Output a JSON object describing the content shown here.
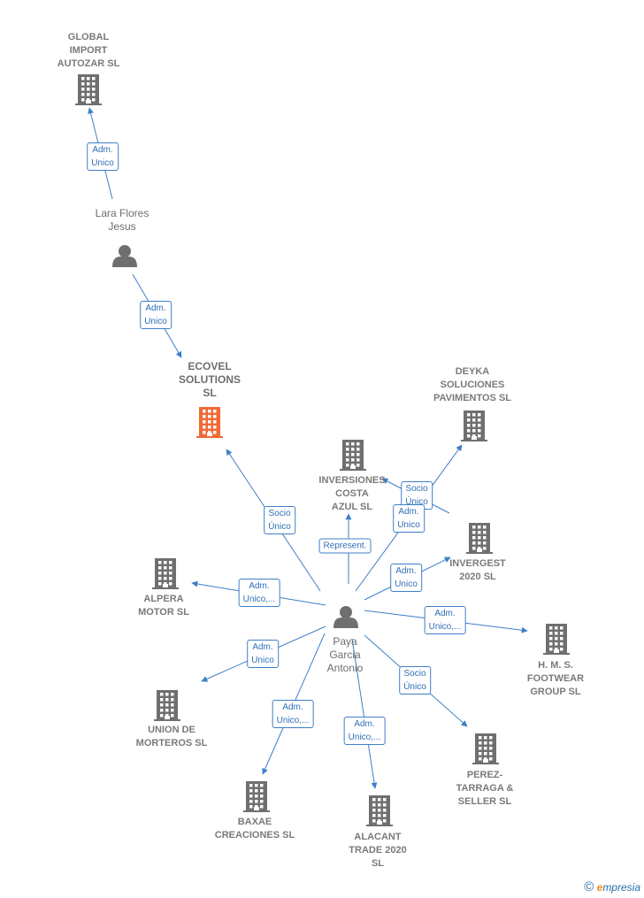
{
  "nodes": [
    {
      "id": "global",
      "type": "company",
      "label": "GLOBAL\nIMPORT\nAUTOZAR  SL"
    },
    {
      "id": "lara",
      "type": "person",
      "label": "Lara Flores\nJesus"
    },
    {
      "id": "ecovel",
      "type": "company",
      "label": "ECOVEL\nSOLUTIONS\nSL",
      "highlight": true
    },
    {
      "id": "deyka",
      "type": "company",
      "label": "DEYKA\nSOLUCIONES\nPAVIMENTOS SL"
    },
    {
      "id": "inversiones",
      "type": "company",
      "label": "INVERSIONES\nCOSTA\nAZUL SL"
    },
    {
      "id": "invergest",
      "type": "company",
      "label": "INVERGEST\n2020  SL"
    },
    {
      "id": "alpera",
      "type": "company",
      "label": "ALPERA\nMOTOR  SL"
    },
    {
      "id": "paya",
      "type": "person",
      "label": "Paya\nGarcia\nAntonio"
    },
    {
      "id": "hms",
      "type": "company",
      "label": "H.  M.  S.\nFOOTWEAR\nGROUP  SL"
    },
    {
      "id": "union",
      "type": "company",
      "label": "UNION DE\nMORTEROS  SL"
    },
    {
      "id": "perez",
      "type": "company",
      "label": "PEREZ-\nTARRAGA &\nSELLER  SL"
    },
    {
      "id": "baxae",
      "type": "company",
      "label": "BAXAE\nCREACIONES SL"
    },
    {
      "id": "alacant",
      "type": "company",
      "label": "ALACANT\nTRADE 2020\nSL"
    }
  ],
  "edges": [
    {
      "from": "lara",
      "to": "global",
      "label": "Adm.\nUnico"
    },
    {
      "from": "lara",
      "to": "ecovel",
      "label": "Adm.\nUnico"
    },
    {
      "from": "paya",
      "to": "ecovel",
      "label": "Socio\nÚnico"
    },
    {
      "from": "paya",
      "to": "inversiones",
      "label": "Represent."
    },
    {
      "from": "paya",
      "to": "deyka",
      "label": "Socio\nÚnico"
    },
    {
      "from": "paya",
      "to": "inversiones",
      "label": "Adm.\nUnico"
    },
    {
      "from": "paya",
      "to": "invergest",
      "label": "Adm.\nUnico"
    },
    {
      "from": "paya",
      "to": "alpera",
      "label": "Adm.\nUnico,..."
    },
    {
      "from": "paya",
      "to": "hms",
      "label": "Adm.\nUnico,..."
    },
    {
      "from": "paya",
      "to": "union",
      "label": "Adm.\nUnico"
    },
    {
      "from": "paya",
      "to": "perez",
      "label": "Socio\nÚnico"
    },
    {
      "from": "paya",
      "to": "baxae",
      "label": "Adm.\nUnico,..."
    },
    {
      "from": "paya",
      "to": "alacant",
      "label": "Adm.\nUnico,..."
    }
  ],
  "colors": {
    "edge": "#3d7fc9",
    "company": "#6f6f6f",
    "highlight": "#f06a35",
    "person": "#6f6f6f"
  },
  "footer": {
    "copyright": "©",
    "brand_initial": "e",
    "brand_rest": "mpresia"
  }
}
